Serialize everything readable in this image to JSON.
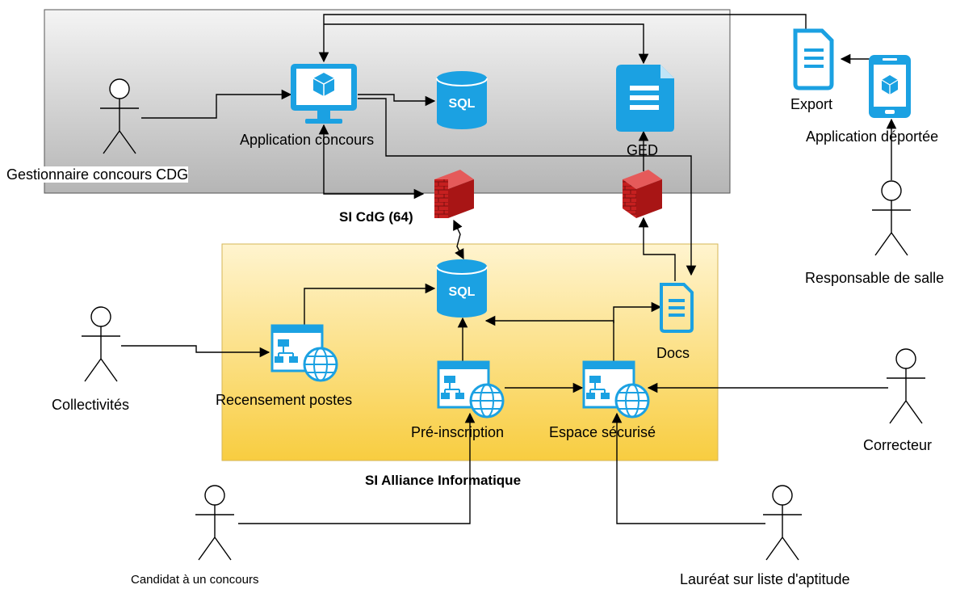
{
  "zones": {
    "cdg_label": "SI CdG (64)",
    "alliance_label": "SI Alliance Informatique"
  },
  "nodes": {
    "application_concours": "Application concours",
    "sql_cdg": "SQL",
    "ged": "GED",
    "export": "Export",
    "application_deportee": "Application déportée",
    "sql_alliance": "SQL",
    "docs": "Docs",
    "recensement_postes": "Recensement postes",
    "pre_inscription": "Pré-inscription",
    "espace_securise": "Espace sécurisé"
  },
  "actors": {
    "gestionnaire": "Gestionnaire concours CDG",
    "responsable_salle": "Responsable de salle",
    "collectivites": "Collectivités",
    "correcteur": "Correcteur",
    "candidat": "Candidat à un concours",
    "laureat": "Lauréat sur liste d'aptitude"
  },
  "colors": {
    "icon_blue": "#1ba1e2",
    "icon_light": "#bfe4f7",
    "firewall_red": "#c0191a",
    "cdg_zone_top": "#f2f2f2",
    "cdg_zone_bottom": "#b8b8b8",
    "alliance_zone_top": "#fff2cc",
    "alliance_zone_bottom": "#f8cf45"
  }
}
